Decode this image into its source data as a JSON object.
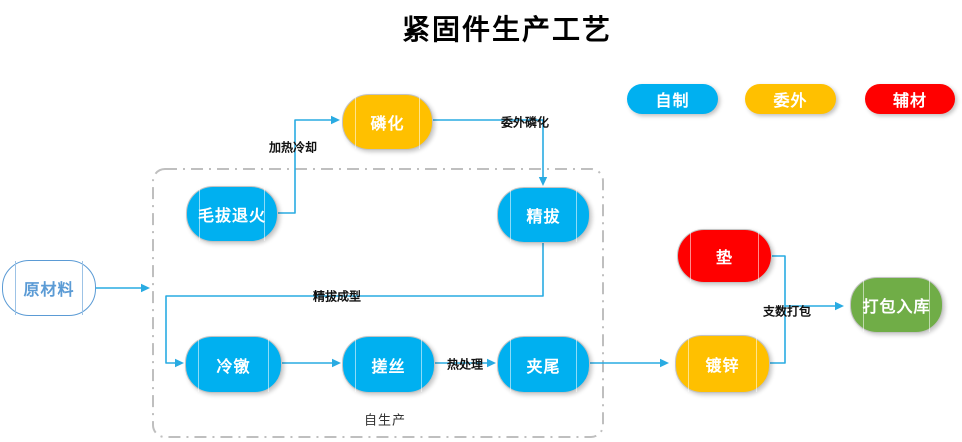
{
  "title": "紧固件生产工艺",
  "legend": [
    {
      "label": "自制",
      "color": "#00B0F0"
    },
    {
      "label": "委外",
      "color": "#FFC000"
    },
    {
      "label": "辅材",
      "color": "#FF0000"
    }
  ],
  "nodes": {
    "raw_material": {
      "label": "原材料",
      "type": "raw"
    },
    "annealing": {
      "label": "毛拔退火",
      "type": "self-made"
    },
    "phosphating": {
      "label": "磷化",
      "type": "outsourced"
    },
    "fine_drawing": {
      "label": "精拔",
      "type": "self-made"
    },
    "cold_heading": {
      "label": "冷镦",
      "type": "self-made"
    },
    "thread_rolling": {
      "label": "搓丝",
      "type": "self-made"
    },
    "tail_clamping": {
      "label": "夹尾",
      "type": "self-made"
    },
    "galvanizing": {
      "label": "镀锌",
      "type": "outsourced"
    },
    "washer": {
      "label": "垫",
      "type": "auxiliary"
    },
    "packing": {
      "label": "打包入库",
      "type": "self-made"
    }
  },
  "edge_labels": {
    "heat_cool": "加热冷却",
    "outsourced_phosphating": "委外磷化",
    "fine_draw_forming": "精拔成型",
    "heat_treatment": "热处理",
    "count_packing": "支数打包"
  },
  "group_label": "自生产",
  "colors": {
    "self_made": "#00B0F0",
    "outsourced": "#FFC000",
    "auxiliary": "#FF0000",
    "storage": "#70AD47",
    "raw_outline": "#5B9BD5",
    "connector": "#29ABE2",
    "group_border": "#BFBFBF"
  }
}
